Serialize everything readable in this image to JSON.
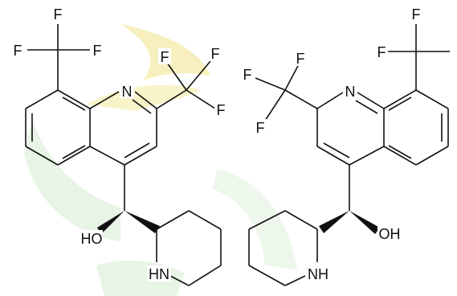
{
  "colors": {
    "ink": "#111111",
    "background": "#ffffff",
    "watermark_yellow": "#f1e58a",
    "watermark_green": "#d6ecd2"
  },
  "watermark": {
    "icon": "winged-emblem-watermark"
  },
  "molecules": [
    {
      "labels": {
        "cf3_top_f1": "F",
        "cf3_top_f2": "F",
        "cf3_top_f3": "F",
        "cf3_side_f1": "F",
        "cf3_side_f2": "F",
        "cf3_side_f3": "F",
        "ring_n": "N",
        "hydroxyl": "HO",
        "amine": "HN"
      }
    },
    {
      "labels": {
        "cf3_top_f1": "F",
        "cf3_top_f2": "F",
        "cf3_side_f1": "F",
        "cf3_side_f2": "F",
        "cf3_side_f3": "F",
        "ring_n": "N",
        "hydroxyl": "OH",
        "amine": "NH"
      }
    }
  ]
}
